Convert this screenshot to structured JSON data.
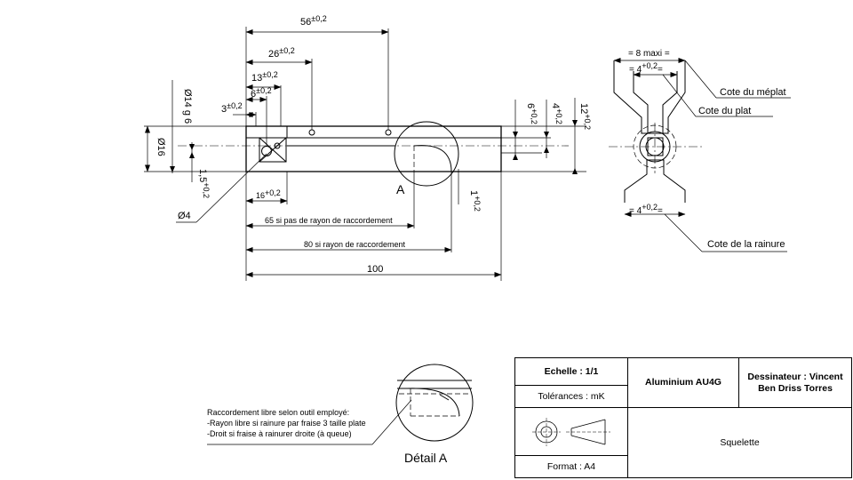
{
  "dimensions": {
    "d56": "56",
    "d56_tol": "±0,2",
    "d26": "26",
    "d26_tol": "±0,2",
    "d13": "13",
    "d13_tol": "±0,2",
    "d6": "6",
    "d6_tol": "±0,2",
    "d3": "3",
    "d3_tol": "±0,2",
    "phi14": "Ø14 g 6",
    "phi16": "Ø16",
    "d1_5": "1,5",
    "d1_5_tol": "+0,2",
    "d16": "16",
    "d16_tol": "+0,2",
    "phi4": "Ø4",
    "d65": "65 si pas de rayon de raccordement",
    "d80": "80 si rayon de raccordement",
    "d100": "100",
    "d1": "1",
    "d1_tol": "+0,2",
    "d6v": "6",
    "d6v_tol": "+0,2",
    "d4v": "4",
    "d4v_tol": "+0,2",
    "d12v": "12",
    "d12v_tol": "+0,2",
    "label_a": "A"
  },
  "side_view": {
    "d8": "= 8 maxi =",
    "d4_top": "= 4",
    "d4_top_tol": "+0,2",
    "d4_top_end": "=",
    "d4_bottom": "= 4",
    "d4_bottom_tol": "+0,2",
    "d4_bottom_end": "=",
    "callout_meplat": "Cote du méplat",
    "callout_plat": "Cote du plat",
    "callout_rainure": "Cote de la rainure"
  },
  "detail": {
    "note_1": "Raccordement libre selon outil employé:",
    "note_2": "-Rayon libre si rainure par fraise 3 taille plate",
    "note_3": "-Droit si fraise à rainurer droite (à queue)",
    "title": "Détail A"
  },
  "cartouche": {
    "echelle": "Echelle : 1/1",
    "tolerances": "Tolérances : mK",
    "matiere": "Aluminium AU4G",
    "dessinateur_1": "Dessinateur : Vincent",
    "dessinateur_2": "Ben Driss Torres",
    "nom": "Squelette",
    "format": "Format : A4"
  }
}
